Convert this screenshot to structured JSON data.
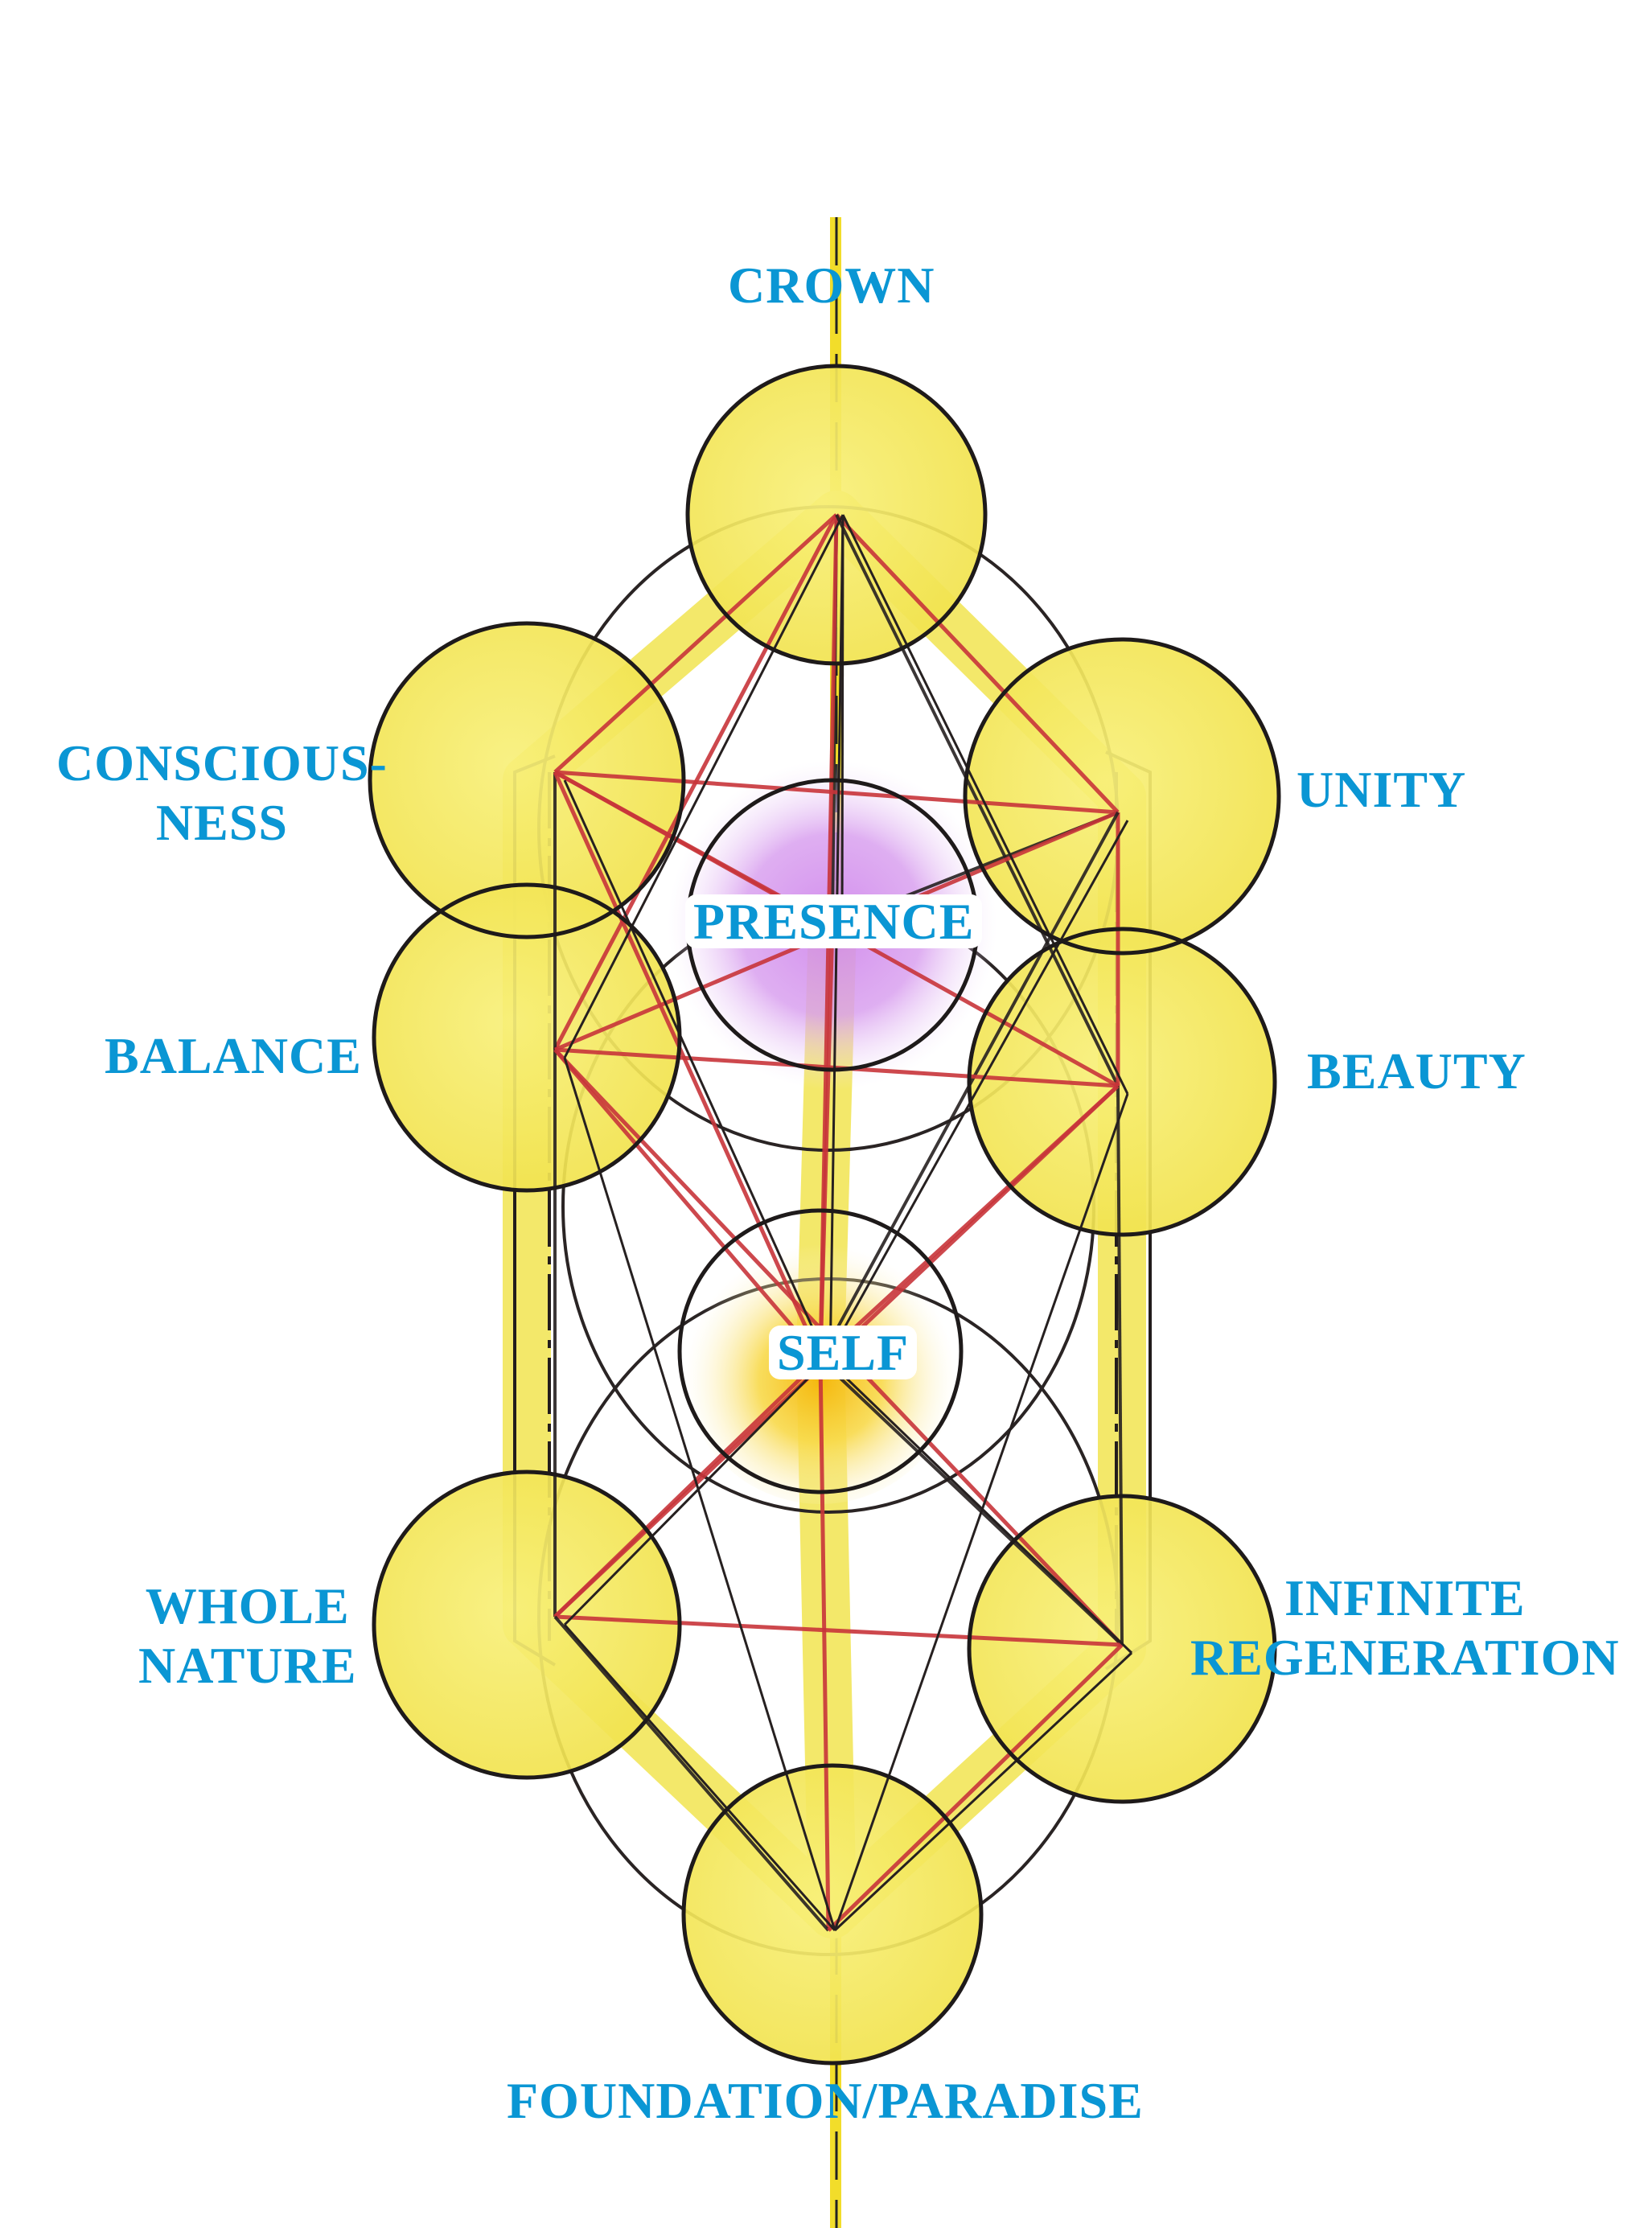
{
  "diagram": {
    "title": "Tree of Life",
    "colors": {
      "label": "#0a96d4",
      "sphere_fill": "#f6ec57",
      "sphere_outline": "#1e1a1a",
      "red_path": "#c8343a",
      "black_path": "#262020",
      "pillar": "#f3e86a",
      "central_axis": "#f2dd2a",
      "presence_glow": "#d596ea",
      "self_glow": "#f5c21a"
    },
    "nodes": [
      {
        "id": "crown",
        "lines": [
          "CROWN"
        ],
        "kind": "sphere"
      },
      {
        "id": "consciousness",
        "lines": [
          "CONSCIOUS-",
          "NESS"
        ],
        "kind": "sphere"
      },
      {
        "id": "unity",
        "lines": [
          "UNITY"
        ],
        "kind": "sphere"
      },
      {
        "id": "presence",
        "lines": [
          "PRESENCE"
        ],
        "kind": "hidden-sphere"
      },
      {
        "id": "balance",
        "lines": [
          "BALANCE"
        ],
        "kind": "sphere"
      },
      {
        "id": "beauty",
        "lines": [
          "BEAUTY"
        ],
        "kind": "sphere"
      },
      {
        "id": "self",
        "lines": [
          "SELF"
        ],
        "kind": "center-sphere"
      },
      {
        "id": "whole_nature",
        "lines": [
          "WHOLE",
          "NATURE"
        ],
        "kind": "sphere"
      },
      {
        "id": "infinite_regeneration",
        "lines": [
          "INFINITE",
          "REGENERATION"
        ],
        "kind": "sphere"
      },
      {
        "id": "foundation",
        "lines": [
          "FOUNDATION/PARADISE"
        ],
        "kind": "sphere"
      }
    ],
    "connections": [
      [
        "crown",
        "consciousness"
      ],
      [
        "crown",
        "unity"
      ],
      [
        "crown",
        "presence"
      ],
      [
        "crown",
        "self"
      ],
      [
        "crown",
        "balance"
      ],
      [
        "crown",
        "beauty"
      ],
      [
        "consciousness",
        "unity"
      ],
      [
        "consciousness",
        "presence"
      ],
      [
        "consciousness",
        "balance"
      ],
      [
        "consciousness",
        "beauty"
      ],
      [
        "consciousness",
        "self"
      ],
      [
        "unity",
        "presence"
      ],
      [
        "unity",
        "beauty"
      ],
      [
        "unity",
        "balance"
      ],
      [
        "unity",
        "self"
      ],
      [
        "balance",
        "beauty"
      ],
      [
        "balance",
        "self"
      ],
      [
        "balance",
        "whole_nature"
      ],
      [
        "balance",
        "infinite_regeneration"
      ],
      [
        "beauty",
        "self"
      ],
      [
        "beauty",
        "infinite_regeneration"
      ],
      [
        "beauty",
        "whole_nature"
      ],
      [
        "self",
        "whole_nature"
      ],
      [
        "self",
        "infinite_regeneration"
      ],
      [
        "self",
        "foundation"
      ],
      [
        "whole_nature",
        "infinite_regeneration"
      ],
      [
        "whole_nature",
        "foundation"
      ],
      [
        "infinite_regeneration",
        "foundation"
      ],
      [
        "presence",
        "self"
      ]
    ]
  }
}
